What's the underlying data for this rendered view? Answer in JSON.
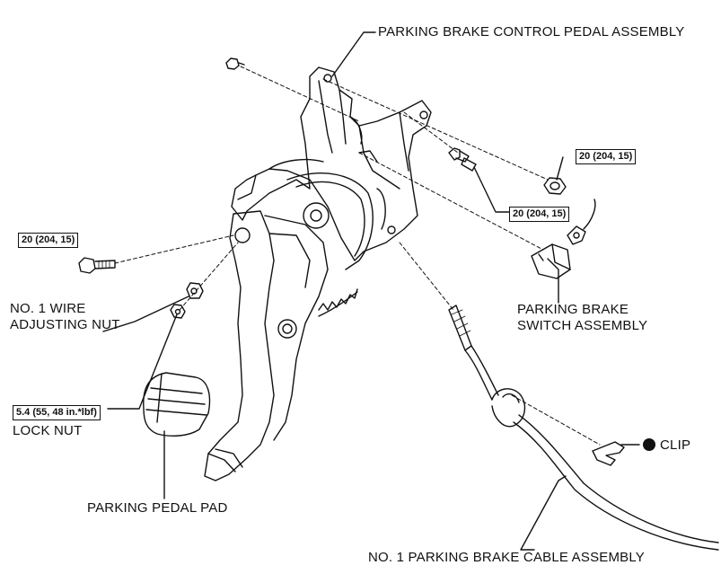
{
  "labels": {
    "pedal_assembly": "PARKING BRAKE CONTROL PEDAL ASSEMBLY",
    "wire_nut_line1": "NO. 1 WIRE",
    "wire_nut_line2": "ADJUSTING NUT",
    "lock_nut": "LOCK NUT",
    "pedal_pad": "PARKING PEDAL PAD",
    "switch_line1": "PARKING BRAKE",
    "switch_line2": "SWITCH ASSEMBLY",
    "clip": "CLIP",
    "cable": "NO. 1 PARKING BRAKE CABLE ASSEMBLY"
  },
  "torque_specs": {
    "nut_right": "20 (204, 15)",
    "bolt_right": "20 (204, 15)",
    "bolt_left": "20 (204, 15)",
    "lock_nut": "5.4 (55, 48 in.*lbf)"
  },
  "colors": {
    "line": "#111111",
    "background": "#ffffff"
  }
}
